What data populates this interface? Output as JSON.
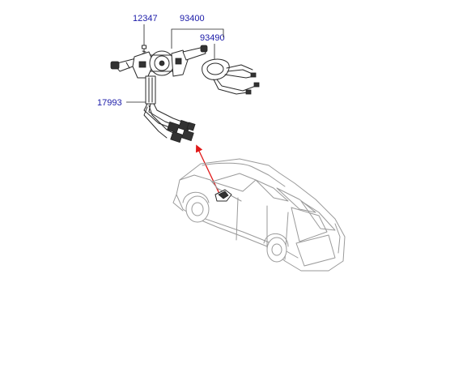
{
  "diagram": {
    "part_numbers": {
      "screw": "12347",
      "switch_assembly": "93400",
      "clock_spring": "93490",
      "wiring_harness": "17993"
    },
    "colors": {
      "label_text": "#1a1aa8",
      "leader_line": "#222222",
      "locator_arrow": "#e01818",
      "vehicle_outline": "#9a9a9a"
    }
  }
}
